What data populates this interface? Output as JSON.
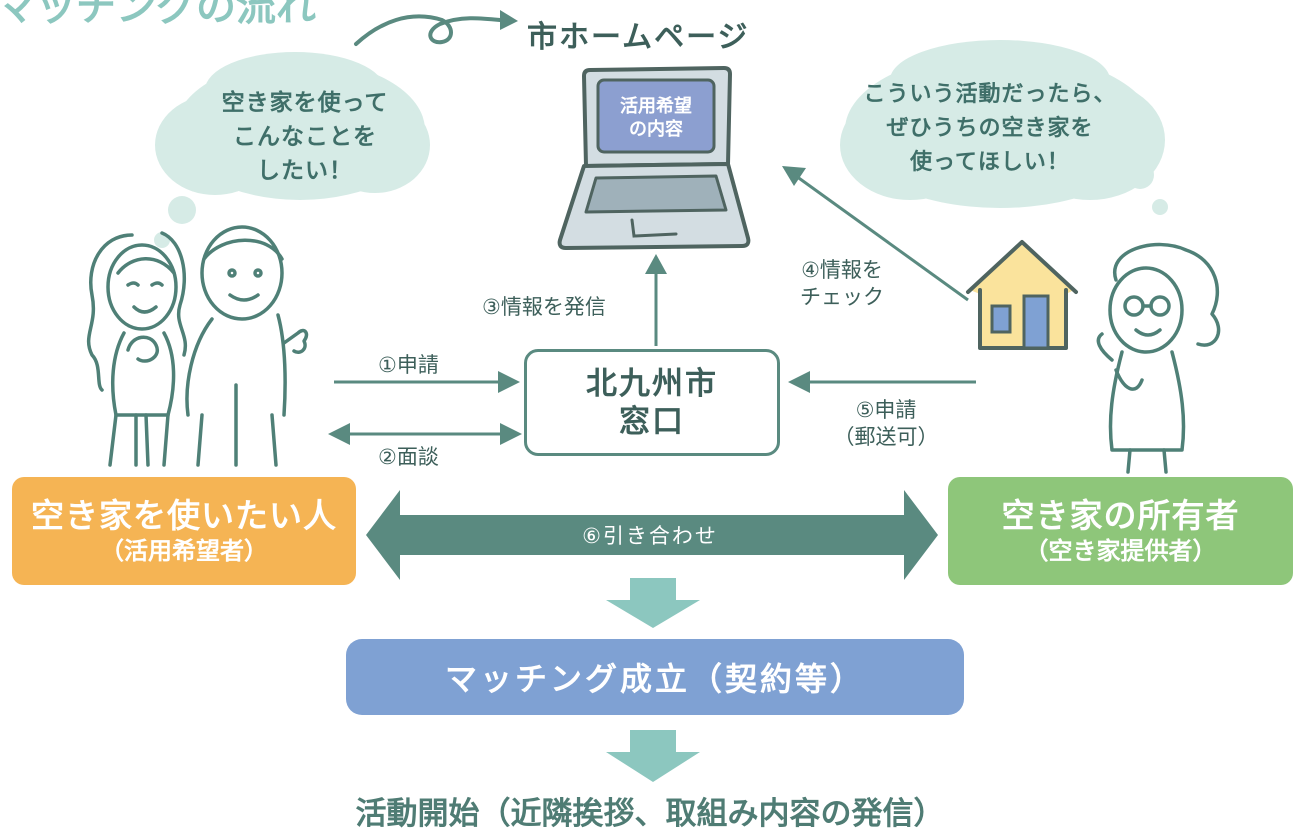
{
  "header": {
    "cut_title": "マッチングの流れ",
    "homepage": "市ホームページ"
  },
  "laptop": {
    "screen_text": "活用希望\nの内容"
  },
  "bubbles": {
    "left": "空き家を使って\nこんなことを\nしたい！",
    "right": "こういう活動だったら、\nぜひうちの空き家を\n使ってほしい！"
  },
  "center_box": {
    "line1": "北九州市",
    "line2": "窓口"
  },
  "steps": {
    "s1": "①申請",
    "s2": "②面談",
    "s3": "③情報を発信",
    "s4": "④情報を\nチェック",
    "s5": "⑤申請\n（郵送可）",
    "s6": "⑥引き合わせ"
  },
  "left_box": {
    "title": "空き家を使いたい人",
    "subtitle": "（活用希望者）"
  },
  "right_box": {
    "title": "空き家の所有者",
    "subtitle": "（空き家提供者）"
  },
  "match_box": {
    "label": "マッチング成立（契約等）"
  },
  "footer": {
    "label": "活動開始（近隣挨拶、取組み内容の発信）"
  },
  "colors": {
    "teal_dark": "#5a8a80",
    "teal_light": "#8cc7bf",
    "bubble": "#d6ebe6",
    "orange": "#f5b454",
    "green": "#8ec67a",
    "blue": "#7fa1d3",
    "laptop_fill": "#d3dde2",
    "laptop_screen": "#8c9fd0",
    "house_wall": "#fae39c"
  }
}
